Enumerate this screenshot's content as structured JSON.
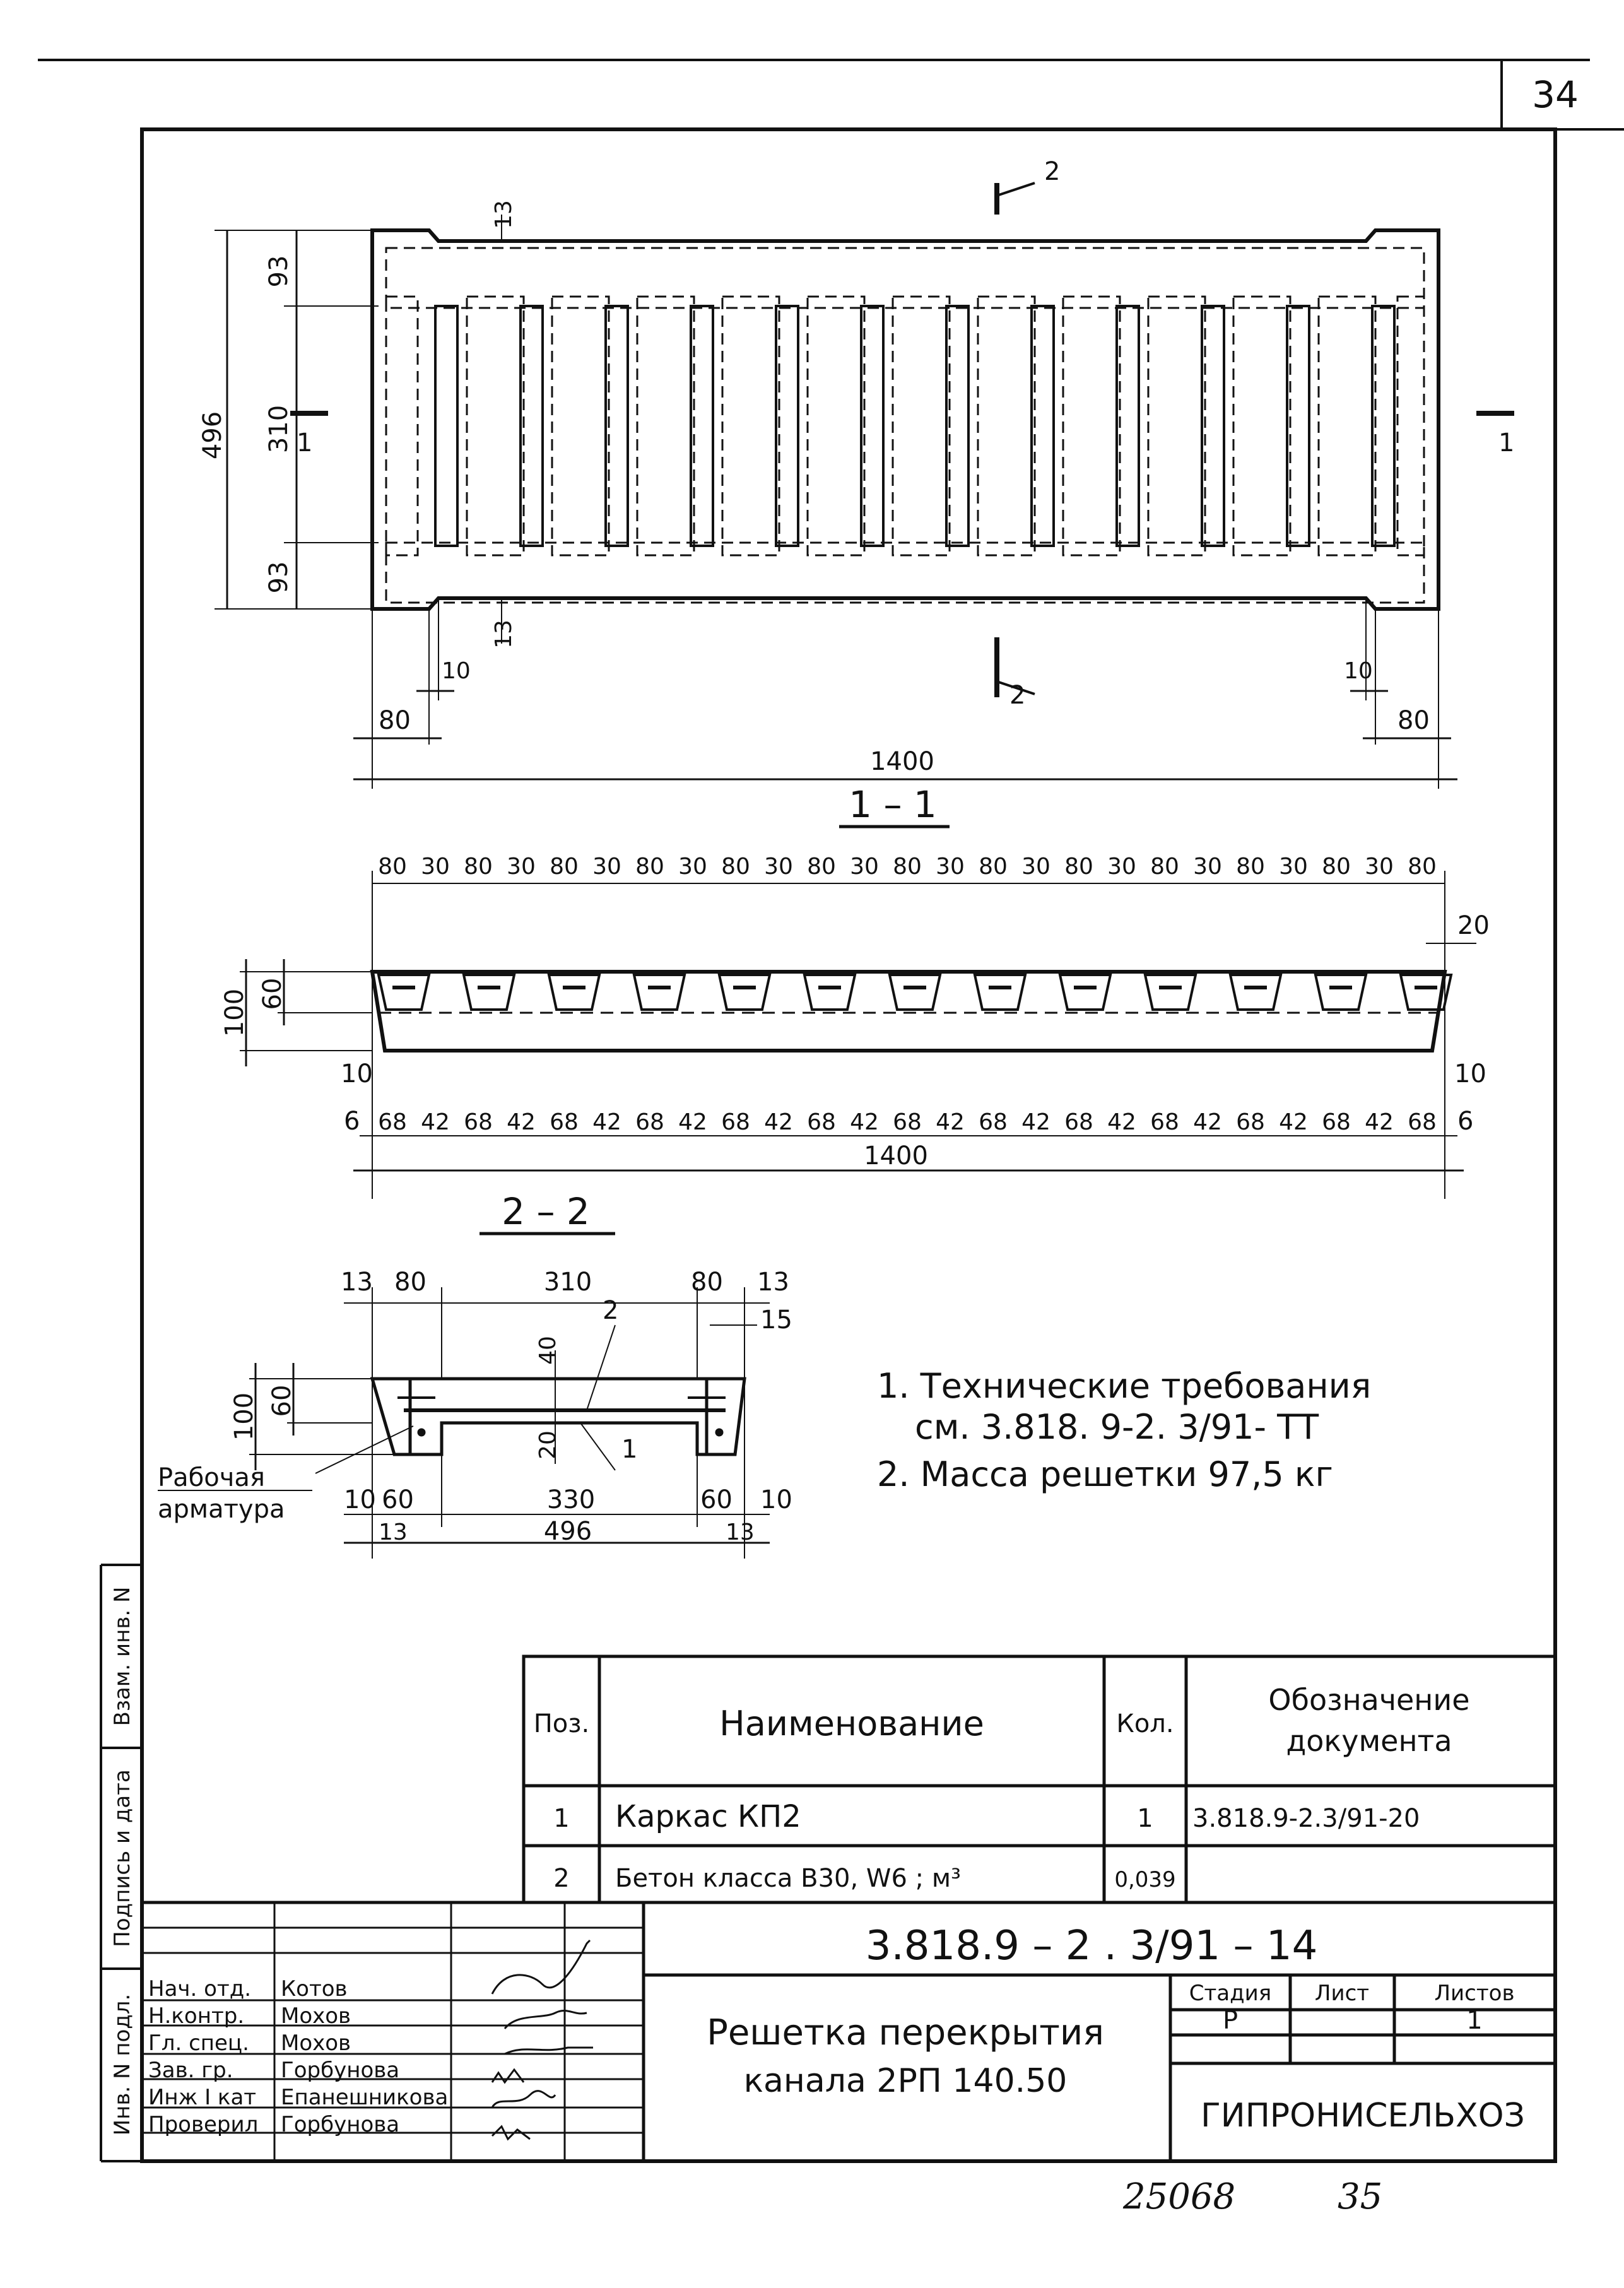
{
  "sheet": {
    "page_number": "34",
    "bottom_note_1": "25068",
    "bottom_note_2": "35"
  },
  "plan_view": {
    "section_marks": {
      "top": "2",
      "bottom": "2",
      "left": "1",
      "right": "1"
    },
    "dims": {
      "h_total": "496",
      "h_top": "93",
      "h_mid": "310",
      "h_bot": "93",
      "notch_top": "13",
      "notch_bot": "13",
      "left_10": "10",
      "left_80": "80",
      "right_10": "10",
      "right_80": "80",
      "length": "1400"
    }
  },
  "section_1_1": {
    "title": "1 – 1",
    "top_dims": [
      "80",
      "30",
      "80",
      "30",
      "80",
      "30",
      "80",
      "30",
      "80",
      "30",
      "80",
      "30",
      "80",
      "30",
      "80",
      "30",
      "80",
      "30",
      "80",
      "30",
      "80",
      "30",
      "80",
      "30",
      "80"
    ],
    "bottom_dims": [
      "68",
      "42",
      "68",
      "42",
      "68",
      "42",
      "68",
      "42",
      "68",
      "42",
      "68",
      "42",
      "68",
      "42",
      "68",
      "42",
      "68",
      "42",
      "68",
      "42",
      "68",
      "42",
      "68",
      "42",
      "68"
    ],
    "left_dims": {
      "h100": "100",
      "h60": "60",
      "d10": "10",
      "d6": "6"
    },
    "right_dims": {
      "d20": "20",
      "d10": "10",
      "d6": "6"
    },
    "length": "1400"
  },
  "section_2_2": {
    "title": "2 – 2",
    "top": {
      "a": "13",
      "b": "80",
      "c": "310",
      "d": "80",
      "e": "13",
      "f": "15"
    },
    "inner": {
      "v40": "40",
      "v20": "20",
      "pos2": "2",
      "pos1": "1"
    },
    "left": {
      "h100": "100",
      "h60": "60"
    },
    "bottom": {
      "l10": "10",
      "l60": "60",
      "mid330": "330",
      "r60": "60",
      "r10": "10",
      "l13": "13",
      "r13": "13",
      "total": "496"
    },
    "rebar_label_1": "Рабочая",
    "rebar_label_2": "арматура"
  },
  "notes": {
    "line1": "1. Технические требования",
    "line2": "см. 3.818. 9-2. 3/91- ТТ",
    "line3": "2. Масса решетки 97,5 кг"
  },
  "spec_table": {
    "headers": {
      "pos": "Поз.",
      "name": "Наименование",
      "qty": "Кол.",
      "doc1": "Обозначение",
      "doc2": "документа"
    },
    "rows": [
      {
        "pos": "1",
        "name": "Каркас КП2",
        "qty": "1",
        "doc": "3.818.9-2.3/91-20"
      },
      {
        "pos": "2",
        "name": "Бетон класса B30, W6 ; м³",
        "qty": "0,039",
        "doc": ""
      }
    ]
  },
  "title_block": {
    "doc_code": "3.818.9 – 2 . 3/91 – 14",
    "title_line1": "Решетка перекрытия",
    "title_line2": "канала 2РП 140.50",
    "stage_label": "Стадия",
    "sheet_label": "Лист",
    "sheets_label": "Листов",
    "stage": "Р",
    "sheet": "",
    "sheets": "1",
    "org": "ГИПРОНИСЕЛЬХОЗ",
    "roles": [
      {
        "role": "Нач. отд.",
        "name": "Котов"
      },
      {
        "role": "Н.контр.",
        "name": "Мохов"
      },
      {
        "role": "Гл. спец.",
        "name": "Мохов"
      },
      {
        "role": "Зав. гр.",
        "name": "Горбунова"
      },
      {
        "role": "Инж I кат",
        "name": "Епанешникова"
      },
      {
        "role": "Проверил",
        "name": "Горбунова"
      }
    ]
  },
  "side_stamps": {
    "s1": "Взам. инв. N",
    "s2": "Подпись и дата",
    "s3": "Инв. N подл."
  }
}
